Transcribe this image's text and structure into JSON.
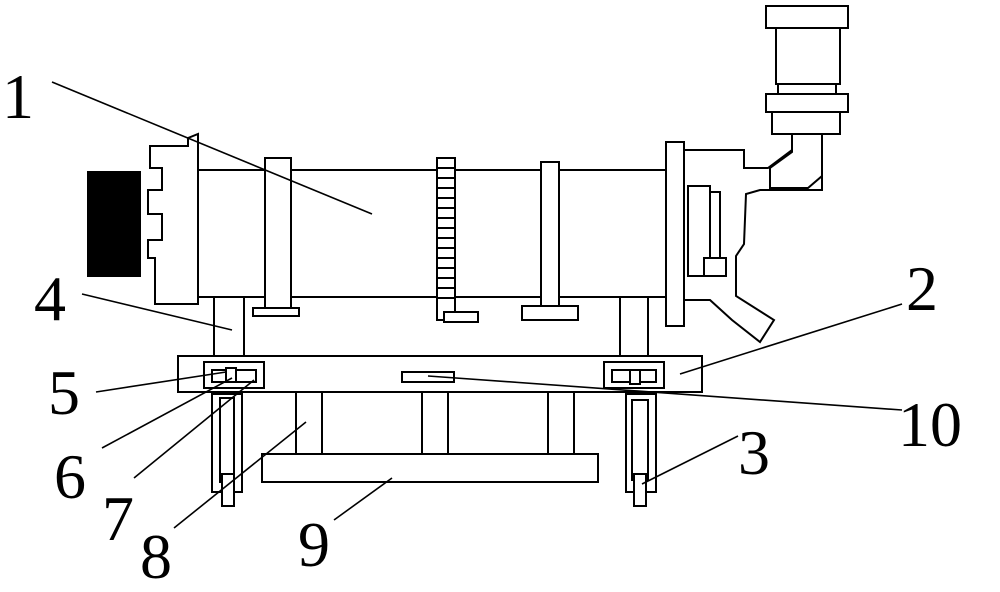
{
  "diagram": {
    "labels": [
      {
        "id": "1",
        "text": "1"
      },
      {
        "id": "2",
        "text": "2"
      },
      {
        "id": "3",
        "text": "3"
      },
      {
        "id": "4",
        "text": "4"
      },
      {
        "id": "5",
        "text": "5"
      },
      {
        "id": "6",
        "text": "6"
      },
      {
        "id": "7",
        "text": "7"
      },
      {
        "id": "8",
        "text": "8"
      },
      {
        "id": "9",
        "text": "9"
      },
      {
        "id": "10",
        "text": "10"
      }
    ],
    "colors": {
      "stroke": "#000000",
      "background": "#ffffff",
      "fill_block": "#000000"
    }
  }
}
